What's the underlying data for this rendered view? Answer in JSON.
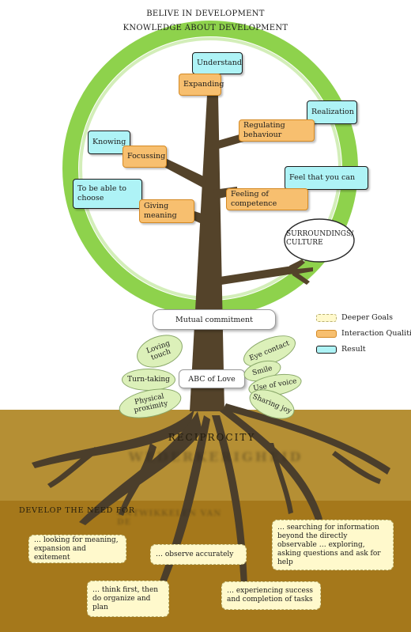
{
  "titles": {
    "line1": "BELIVE IN DEVELOPMENT",
    "line2": "KNOWLEDGE ABOUT DEVELOPMENT"
  },
  "tree": {
    "results": [
      "Understand",
      "Realization",
      "Knowing",
      "Feel that you can",
      "To be able to choose"
    ],
    "qualities": [
      "Expanding",
      "Regulating behaviour",
      "Focussing",
      "Feeling of competence",
      "Giving meaning"
    ],
    "surroundings": "SURROUNDINGS/ CULTURE"
  },
  "trunk": {
    "mutual": "Mutual commitment",
    "abc": "ABC of Love"
  },
  "leaves": [
    "Loving touch",
    "Turn-taking",
    "Physical proximity",
    "Eye contact",
    "Smile",
    "Use of voice",
    "Sharing joy"
  ],
  "legend": [
    {
      "label": "Deeper Goals",
      "kind": "deeper"
    },
    {
      "label": "Interaction Qualities",
      "kind": "quality"
    },
    {
      "label": "Result",
      "kind": "result"
    }
  ],
  "ground": {
    "reciprocity": "RECIPROCITY",
    "reciprocity_shadow": "WEDERKERIGHEID",
    "develop": "DEVELOP THE NEED FOR",
    "develop_shadow": "ONTWIKKELEN VAN DE"
  },
  "goals": [
    "… looking for meaning, expansion and exitement",
    "… observe accurately",
    "… searching for information beyond the directly observable … exploring, asking questions and ask for help",
    "… think first, then do organize and plan",
    "… experiencing success and completion of tasks"
  ],
  "colors": {
    "ring": "#8ed24c",
    "trunk": "#54432a",
    "soil": "#b0892e",
    "quality": "#f7bf6f",
    "result": "#aef3f6",
    "leaf": "#dcf0b9",
    "deeper": "#fff9cc"
  }
}
